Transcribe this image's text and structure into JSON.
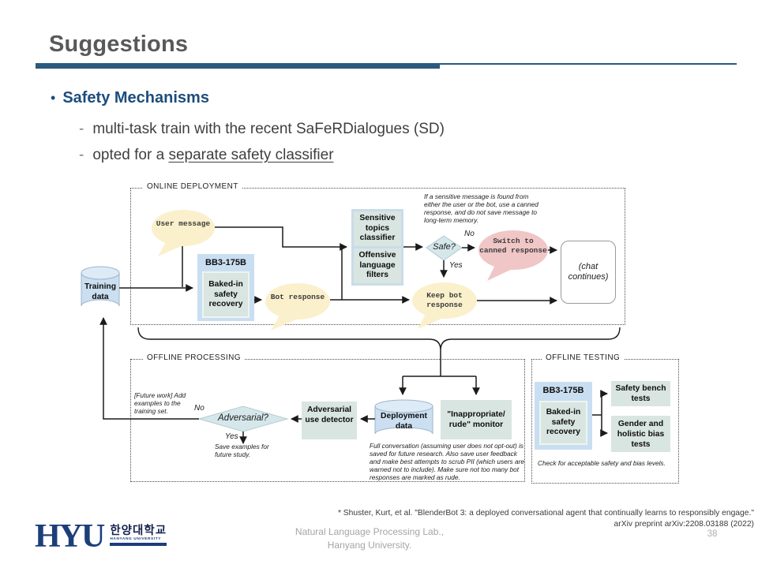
{
  "slide": {
    "title": "Suggestions",
    "bullets": {
      "marker": "•",
      "item": "Safety Mechanisms",
      "sub_marker": "-",
      "sub1": "multi-task train with the recent SaFeRDialogues (SD)",
      "sub2_prefix": "opted for a ",
      "sub2_underline": "separate safety classifier"
    }
  },
  "diagram": {
    "sections": {
      "online": "ONLINE DEPLOYMENT",
      "processing": "OFFLINE PROCESSING",
      "testing": "OFFLINE TESTING"
    },
    "nodes": {
      "training_data": "Training data",
      "user_message": "User message",
      "bb3": "BB3-175B",
      "baked_in": "Baked-in safety recovery",
      "bot_response": "Bot response",
      "sensitive": "Sensitive topics classifier",
      "offensive": "Offensive language filters",
      "safe_q": "Safe?",
      "switch_canned": "Switch to canned response",
      "keep_bot": "Keep bot response",
      "chat_continues": "(chat continues)",
      "adversarial_q": "Adversarial?",
      "adv_detector": "Adversarial use detector",
      "deployment_data": "Deployment data",
      "rude_monitor": "\"Inappropriate/ rude\" monitor",
      "bb3_2": "BB3-175B",
      "baked_in_2": "Baked-in safety recovery",
      "safety_bench": "Safety bench tests",
      "gender_bias": "Gender and holistic bias tests"
    },
    "labels": {
      "no1": "No",
      "yes1": "Yes",
      "no2": "No",
      "yes2": "Yes"
    },
    "notes": {
      "sensitive_note": "If a sensitive message is found from either the user or the bot, use a canned response, and do not save message to long-term memory.",
      "future_work": "[Future work] Add examples to the training set.",
      "save_examples": "Save examples for future study.",
      "full_conversation": "Full conversation (assuming user does not opt-out) is saved for future research. Also save user feedback and make best attempts to scrub PII (which users are warned not to include). Make sure not too many bot responses are marked as rude.",
      "check_levels": "Check for acceptable safety and bias levels."
    }
  },
  "footer": {
    "citation_line1": "* Shuster, Kurt, et al. \"BlenderBot 3: a deployed conversational agent that continually learns to responsibly engage.\"",
    "citation_line2": "arXiv preprint arXiv:2208.03188 (2022)",
    "lab_line1": "Natural Language Processing Lab.,",
    "lab_line2": "Hanyang University.",
    "page_number": "38",
    "logo": {
      "acronym": "HYU",
      "korean": "한양대학교",
      "english": "HANYANG UNIVERSITY"
    }
  },
  "colors": {
    "accent_bar": "#2b5a7c",
    "heading_blue": "#1c4d7c",
    "title_gray": "#595959",
    "box_blue": "#c9def1",
    "box_sage": "#d9e5e1",
    "bubble_yellow": "#fbf0cc",
    "bubble_pink": "#f0c6c7",
    "diamond_teal": "#d5e7ea",
    "cylinder_blue": "#cbdff0",
    "logo_navy": "#1c3e79"
  }
}
